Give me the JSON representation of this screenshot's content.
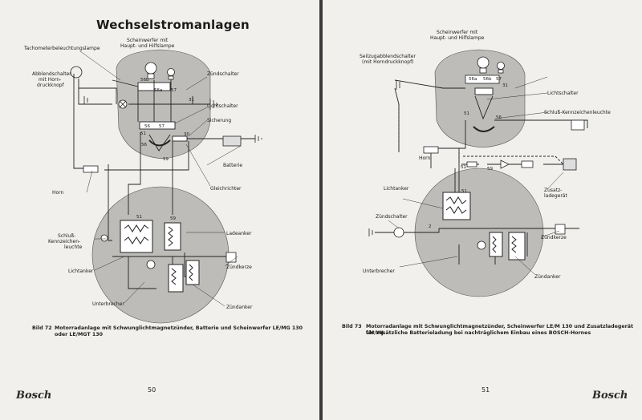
{
  "left_page": {
    "title": "Wechselstromanlagen",
    "labels": {
      "scheinwerfer": [
        "Scheinwerfer mit",
        "Haupt- und Hilfslampe"
      ],
      "tacho": "Tachometerbeleuchtungslampe",
      "abblend": [
        "Abblendschalter",
        "mit Horn-",
        "druckknopf"
      ],
      "zuendschalter": "Zündschalter",
      "lichtschalter": "Lichtschalter",
      "sicherung": "Sicherung",
      "batterie": "Batterie",
      "gleichrichter": "Gleichrichter",
      "horn": "Horn",
      "ladeanker": "Ladeanker",
      "schluss": [
        "Schluß-",
        "Kennzeichen-",
        "leuchte"
      ],
      "lichtanker": "Lichtanker",
      "zuendkerze": "Zündkerze",
      "unterbrecher": "Unterbrecher",
      "zuendanker": "Zündanker"
    },
    "terminals": [
      "56b",
      "56a",
      "57",
      "31",
      "56",
      "57",
      "51",
      "30",
      "56",
      "59",
      "51",
      "59"
    ],
    "caption_num": "Bild 72",
    "caption_lines": [
      "Motorradanlage mit Schwunglichtmagnetzünder, Batterie und Scheinwerfer LE/MG 130",
      "oder LE/MGT 130"
    ],
    "page_number": "50",
    "logo": "Bosch"
  },
  "right_page": {
    "labels": {
      "scheinwerfer": [
        "Scheinwerfer mit",
        "Haupt- und Hilfslampe"
      ],
      "seilzug": [
        "Seilzugabblendschalter",
        "(mit Horndruckknopf)"
      ],
      "lichtschalter": "Lichtschalter",
      "schluss": "Schluß-Kennzeichenleuchte",
      "horn": "Horn",
      "lichtanker": "Lichtanker",
      "zusatz": [
        "Zusatz-",
        "ladegerät"
      ],
      "zuendschalter": "Zündschalter",
      "zuendkerze": "Zündkerze",
      "unterbrecher": "Unterbrecher",
      "zuendanker": "Zündanker"
    },
    "terminals": [
      "56a",
      "56b",
      "57",
      "31",
      "51",
      "56",
      "51",
      "59",
      "51",
      "2"
    ],
    "caption_num": "Bild 73",
    "caption_lines": [
      "Motorradanlage mit Schwunglichtmagnetzünder, Scheinwerfer LE/M 130 und Zusatzladegerät LM/WJ",
      "für zusätzliche Batterieladung bei nachträglichem Einbau eines BOSCH-Hornes"
    ],
    "page_number": "51",
    "logo": "Bosch"
  },
  "colors": {
    "paper": "#f1f0ec",
    "shade": "#bdbcb8",
    "ink": "#1c1c1c",
    "gutter": "#3a3a3a"
  }
}
